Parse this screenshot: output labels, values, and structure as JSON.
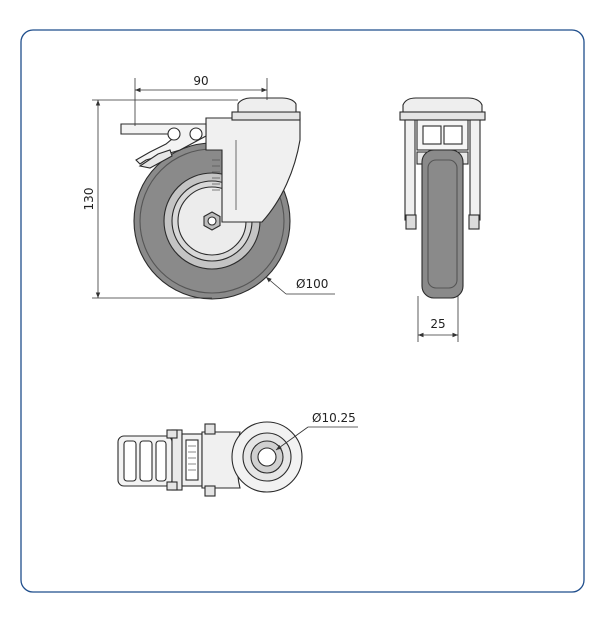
{
  "dimensions": {
    "width": "90",
    "height": "130",
    "wheel_diameter": "Ø100",
    "wheel_width": "25",
    "bolt_hole_diameter": "Ø10.25"
  },
  "colors": {
    "frame_border": "#1f4e8c",
    "line": "#2b2b2b",
    "tire": "#8a8a8a",
    "hub": "#c4c4c4",
    "body": "#f0f0f0",
    "dim_line": "#333333"
  }
}
